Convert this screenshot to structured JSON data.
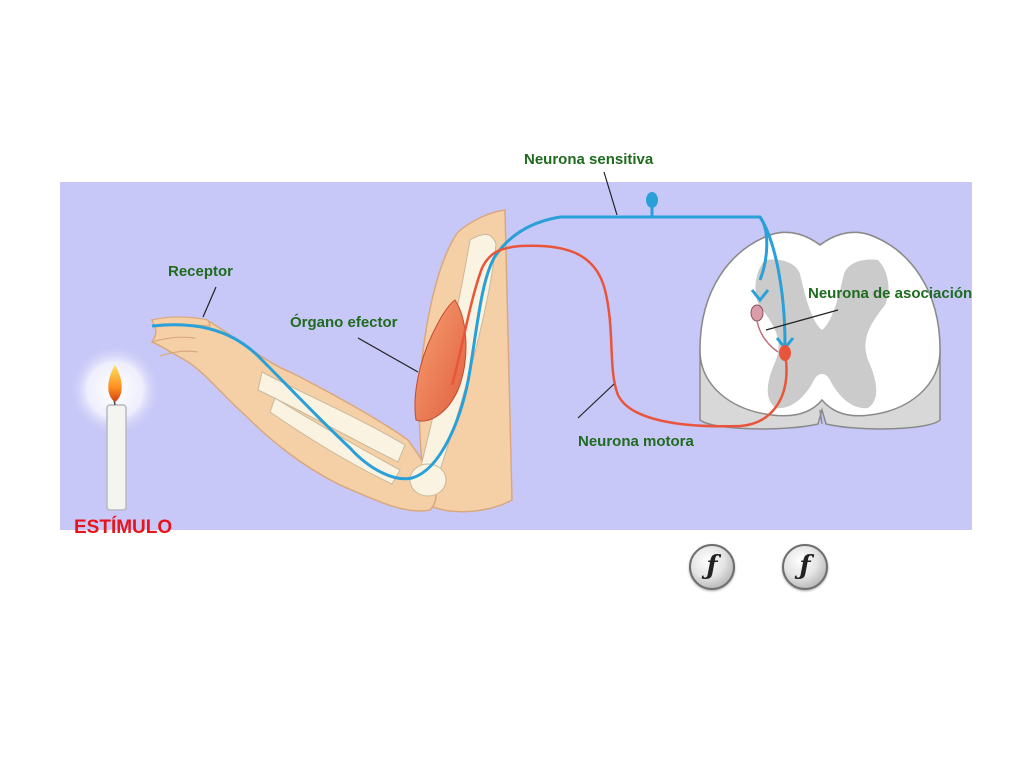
{
  "labels": {
    "sensory_neuron": "Neurona sensitiva",
    "receptor": "Receptor",
    "effector_organ": "Órgano efector",
    "association_neuron": "Neurona de asociación",
    "motor_neuron": "Neurona motora",
    "stimulus": "ESTÍMULO"
  },
  "flash_buttons": [
    {
      "glyph": "ƒ",
      "icon": "flash-player-icon"
    },
    {
      "glyph": "ƒ",
      "icon": "flash-player-icon"
    }
  ],
  "colors": {
    "panel": "#c8c8f8",
    "sensory_neuron": "#2aa0d8",
    "motor_neuron": "#e8553a",
    "label_text": "#1f6b1f",
    "stimulus_text": "#e8141c",
    "skin": "#f5d0a6",
    "muscle": "#f08050"
  }
}
